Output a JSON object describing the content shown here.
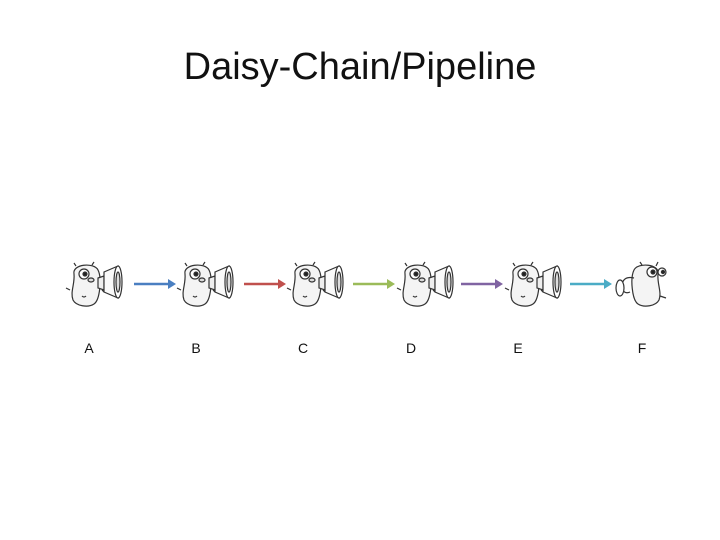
{
  "title": "Daisy-Chain/Pipeline",
  "nodes": [
    {
      "label": "A",
      "icon": "gopher-megaphone-icon"
    },
    {
      "label": "B",
      "icon": "gopher-megaphone-icon"
    },
    {
      "label": "C",
      "icon": "gopher-megaphone-icon"
    },
    {
      "label": "D",
      "icon": "gopher-megaphone-icon"
    },
    {
      "label": "E",
      "icon": "gopher-megaphone-icon"
    },
    {
      "label": "F",
      "icon": "gopher-listening-icon"
    }
  ],
  "arrows": [
    {
      "from": "A",
      "to": "B",
      "color": "#4a7fc1"
    },
    {
      "from": "B",
      "to": "C",
      "color": "#c0504d"
    },
    {
      "from": "C",
      "to": "D",
      "color": "#9bbb59"
    },
    {
      "from": "D",
      "to": "E",
      "color": "#8064a2"
    },
    {
      "from": "E",
      "to": "F",
      "color": "#4bacc6"
    }
  ]
}
